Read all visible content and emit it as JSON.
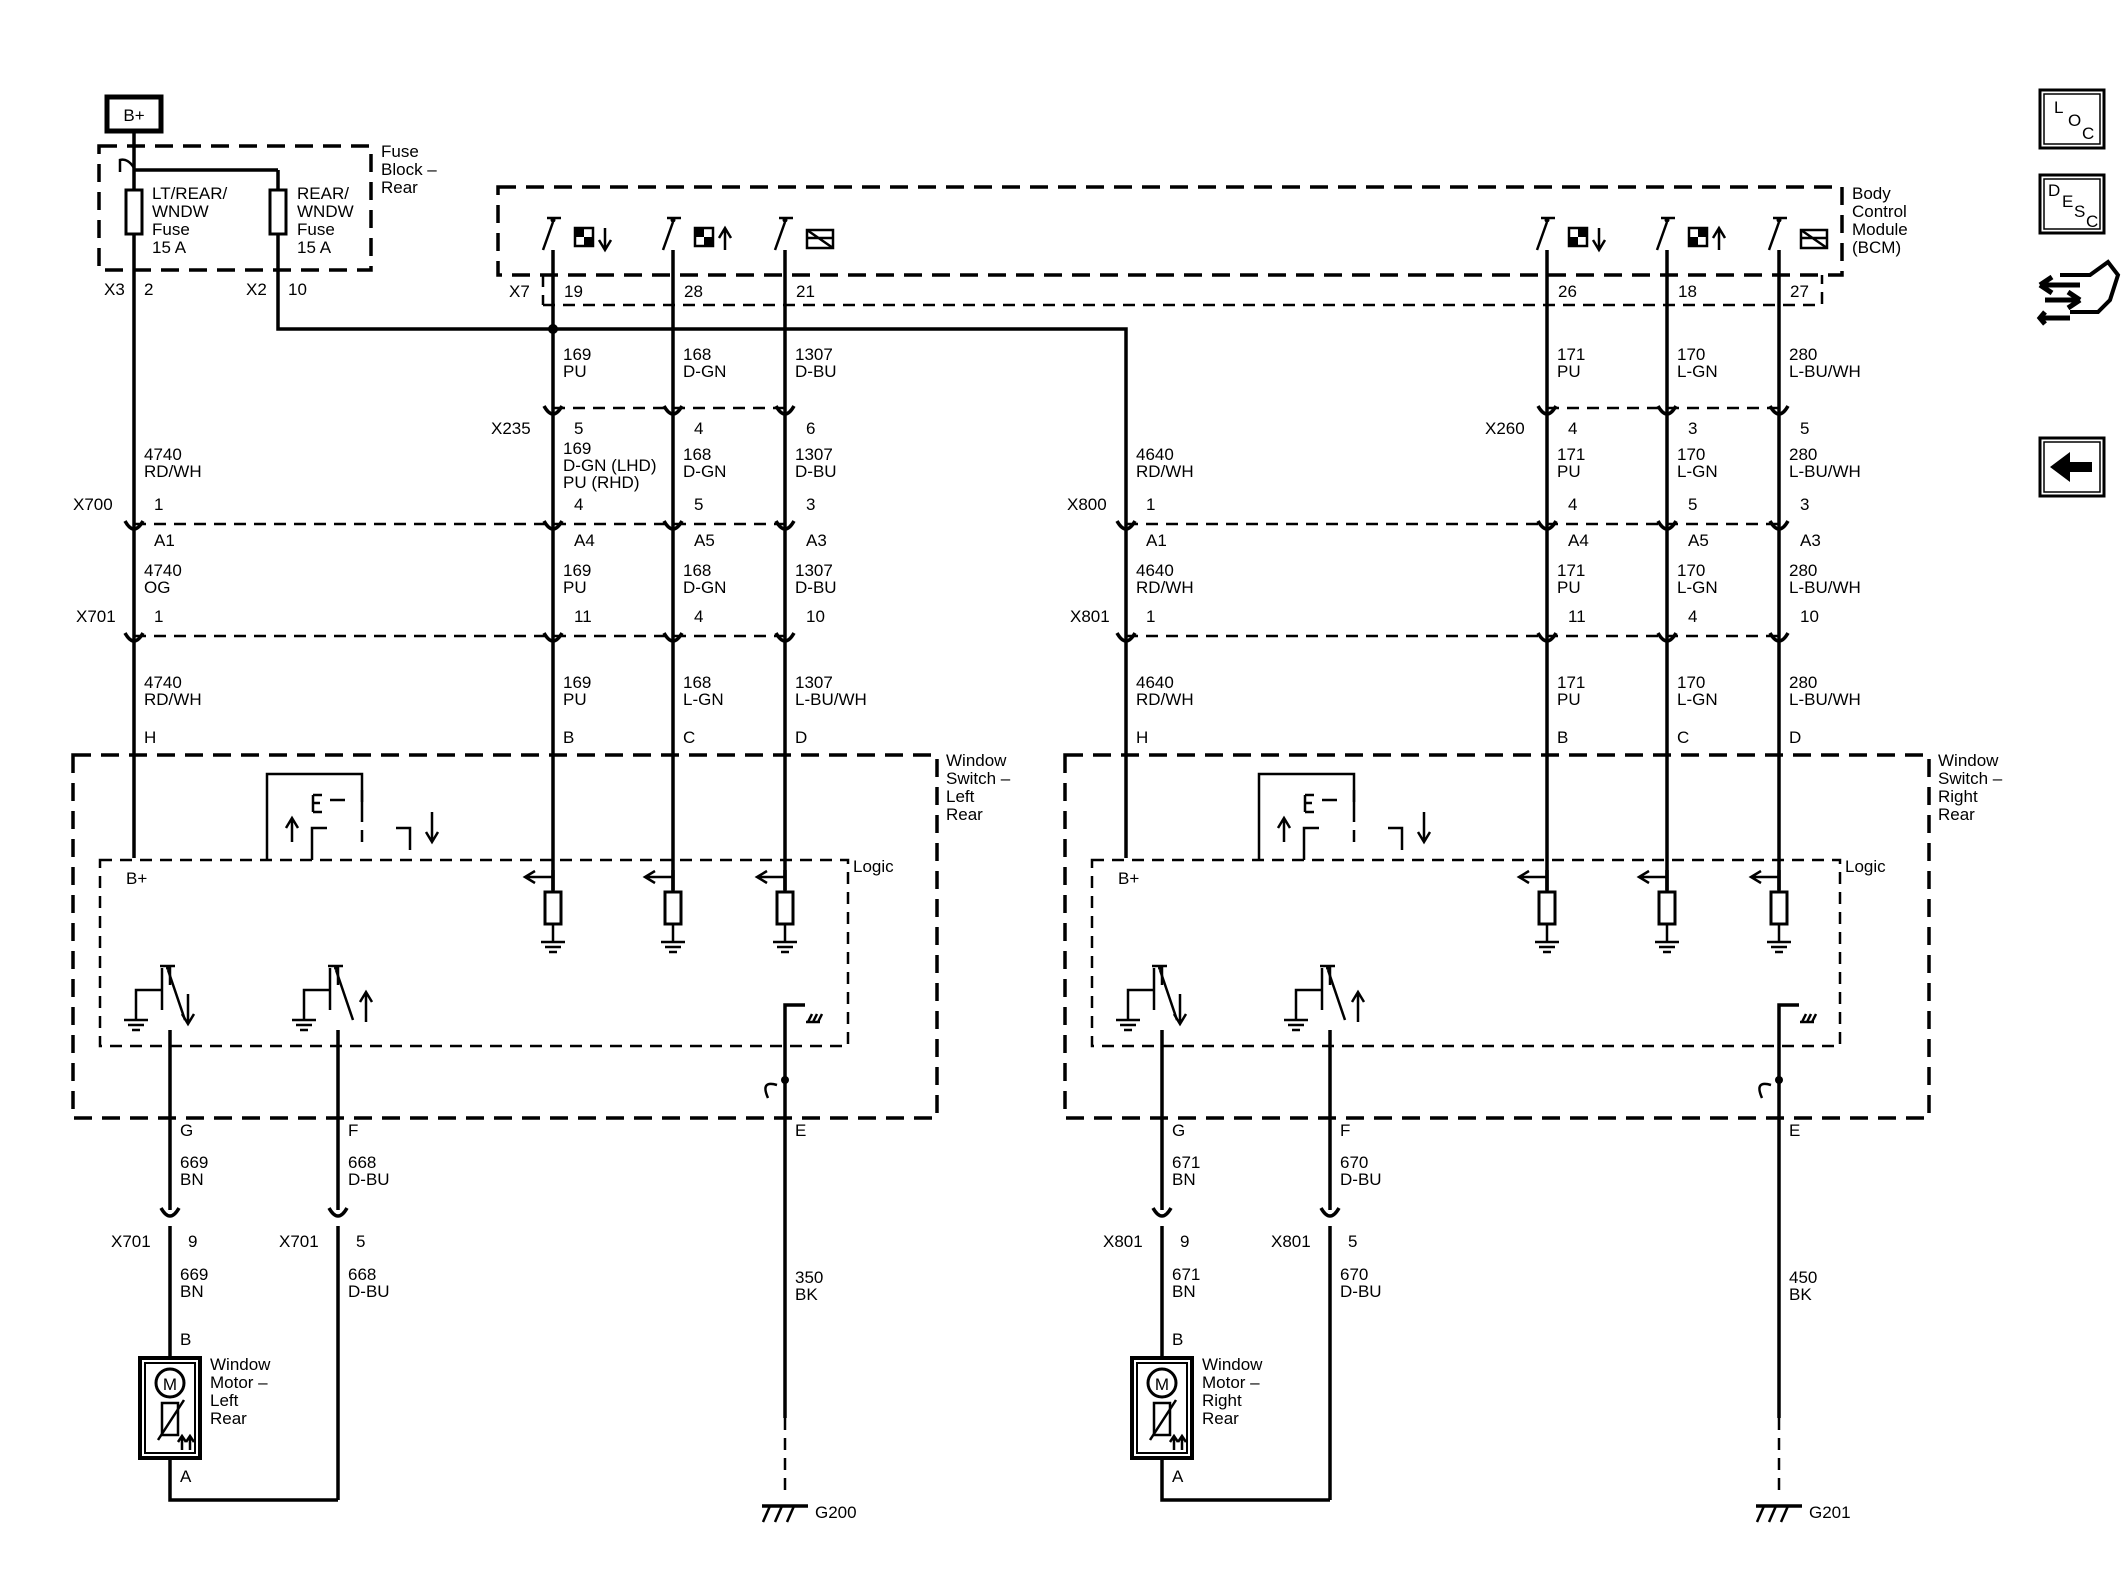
{
  "power": {
    "battery_label": "B+"
  },
  "fuse_block": {
    "title": [
      "Fuse",
      "Block –",
      "Rear"
    ],
    "fuse1": [
      "LT/REAR/",
      "WNDW",
      "Fuse",
      "15 A"
    ],
    "fuse2": [
      "REAR/",
      "WNDW",
      "Fuse",
      "15 A"
    ],
    "x3": "X3",
    "x3_pin": "2",
    "x2": "X2",
    "x2_pin": "10"
  },
  "bcm": {
    "title": [
      "Body",
      "Control",
      "Module",
      "(BCM)"
    ],
    "connector": "X7",
    "pins_left": [
      "19",
      "28",
      "21"
    ],
    "pins_right": [
      "26",
      "18",
      "27"
    ]
  },
  "left_circuit": {
    "power_wire": [
      {
        "num": "4740",
        "color": "RD/WH"
      },
      {
        "num": "4740",
        "color": "OG"
      },
      {
        "num": "4740",
        "color": "RD/WH"
      }
    ],
    "x700": "X700",
    "x700_pin": "1",
    "x700_pin2": "A1",
    "x701": "X701",
    "x701_pin": "1",
    "x235": "X235",
    "signal_wires": [
      {
        "bcm_num": "169",
        "bcm_color": "PU",
        "x235_pin": "5",
        "x235_num": "169",
        "x235_color": "D-GN (LHD)",
        "x235_color2": "PU (RHD)",
        "x700_pin": "4",
        "x700_pin2": "A4",
        "mid_num": "169",
        "mid_color": "PU",
        "x701_pin": "11",
        "sw_num": "169",
        "sw_color": "PU",
        "sw_pin": "B"
      },
      {
        "bcm_num": "168",
        "bcm_color": "D-GN",
        "x235_pin": "4",
        "x235_num": "168",
        "x235_color": "D-GN",
        "x235_color2": "",
        "x700_pin": "5",
        "x700_pin2": "A5",
        "mid_num": "168",
        "mid_color": "D-GN",
        "x701_pin": "4",
        "sw_num": "168",
        "sw_color": "L-GN",
        "sw_pin": "C"
      },
      {
        "bcm_num": "1307",
        "bcm_color": "D-BU",
        "x235_pin": "6",
        "x235_num": "1307",
        "x235_color": "D-BU",
        "x235_color2": "",
        "x700_pin": "3",
        "x700_pin2": "A3",
        "mid_num": "1307",
        "mid_color": "D-BU",
        "x701_pin": "10",
        "sw_num": "1307",
        "sw_color": "L-BU/WH",
        "sw_pin": "D"
      }
    ],
    "switch_power_pin": "H",
    "switch_title": [
      "Window",
      "Switch –",
      "Left",
      "Rear"
    ],
    "logic_label": "Logic",
    "logic_bplus": "B+",
    "motor_wires": [
      {
        "pin": "G",
        "num": "669",
        "color": "BN",
        "conn": "X701",
        "conn_pin": "9",
        "num2": "669",
        "color2": "BN",
        "motor_pin": "B"
      },
      {
        "pin": "F",
        "num": "668",
        "color": "D-BU",
        "conn": "X701",
        "conn_pin": "5",
        "num2": "668",
        "color2": "D-BU",
        "motor_pin": "A"
      }
    ],
    "ground_wire": {
      "pin": "E",
      "num": "350",
      "color": "BK",
      "ground": "G200"
    },
    "motor_title": [
      "Window",
      "Motor –",
      "Left",
      "Rear"
    ],
    "motor_symbol": "M"
  },
  "right_circuit": {
    "power_wire": [
      {
        "num": "4640",
        "color": "RD/WH"
      },
      {
        "num": "4640",
        "color": "RD/WH"
      },
      {
        "num": "4640",
        "color": "RD/WH"
      }
    ],
    "x800": "X800",
    "x800_pin": "1",
    "x800_pin2": "A1",
    "x801": "X801",
    "x801_pin": "1",
    "x260": "X260",
    "signal_wires": [
      {
        "bcm_num": "171",
        "bcm_color": "PU",
        "x260_pin": "4",
        "x260_num": "171",
        "x260_color": "PU",
        "x800_pin": "4",
        "x800_pin2": "A4",
        "mid_num": "171",
        "mid_color": "PU",
        "x801_pin": "11",
        "sw_num": "171",
        "sw_color": "PU",
        "sw_pin": "B"
      },
      {
        "bcm_num": "170",
        "bcm_color": "L-GN",
        "x260_pin": "3",
        "x260_num": "170",
        "x260_color": "L-GN",
        "x800_pin": "5",
        "x800_pin2": "A5",
        "mid_num": "170",
        "mid_color": "L-GN",
        "x801_pin": "4",
        "sw_num": "170",
        "sw_color": "L-GN",
        "sw_pin": "C"
      },
      {
        "bcm_num": "280",
        "bcm_color": "L-BU/WH",
        "x260_pin": "5",
        "x260_num": "280",
        "x260_color": "L-BU/WH",
        "x800_pin": "3",
        "x800_pin2": "A3",
        "mid_num": "280",
        "mid_color": "L-BU/WH",
        "x801_pin": "10",
        "sw_num": "280",
        "sw_color": "L-BU/WH",
        "sw_pin": "D"
      }
    ],
    "switch_power_pin": "H",
    "switch_title": [
      "Window",
      "Switch –",
      "Right",
      "Rear"
    ],
    "logic_label": "Logic",
    "logic_bplus": "B+",
    "motor_wires": [
      {
        "pin": "G",
        "num": "671",
        "color": "BN",
        "conn": "X801",
        "conn_pin": "9",
        "num2": "671",
        "color2": "BN",
        "motor_pin": "B"
      },
      {
        "pin": "F",
        "num": "670",
        "color": "D-BU",
        "conn": "X801",
        "conn_pin": "5",
        "num2": "670",
        "color2": "D-BU",
        "motor_pin": "A"
      }
    ],
    "ground_wire": {
      "pin": "E",
      "num": "450",
      "color": "BK",
      "ground": "G201"
    },
    "motor_title": [
      "Window",
      "Motor –",
      "Right",
      "Rear"
    ],
    "motor_symbol": "M"
  },
  "side_icons": {
    "loc": [
      "L",
      "O",
      "C"
    ],
    "desc": [
      "D",
      "E",
      "S",
      "C"
    ],
    "connector_icon": "connector-tool-icon",
    "back_icon": "back-arrow-icon"
  }
}
